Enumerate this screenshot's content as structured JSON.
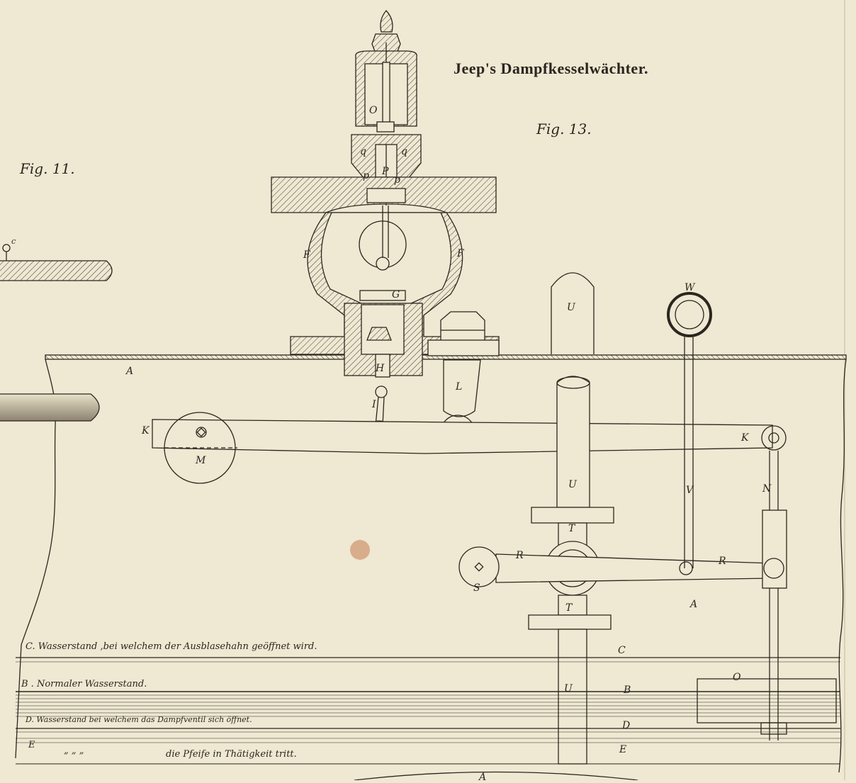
{
  "title": "Jeep's Dampfkesselwächter.",
  "figures": {
    "fig11": "Fig. 11.",
    "fig13": "Fig. 13."
  },
  "labels": {
    "O": "O",
    "q_left": "q",
    "q_right": "q",
    "P": "P",
    "p_left": "p",
    "p_right": "p",
    "F_left": "F",
    "F_right": "F",
    "G": "G",
    "H": "H",
    "I": "I",
    "L": "L",
    "A_top": "A",
    "A_mid": "A",
    "A_bottom": "A",
    "K_left": "K",
    "K_right": "K",
    "M": "M",
    "N": "N",
    "U_top": "U",
    "U_mid": "U",
    "U_low": "U",
    "W": "W",
    "V": "V",
    "T_top": "T",
    "T_bottom": "T",
    "R_left": "R",
    "R_right": "R",
    "S": "S",
    "O_box": "O",
    "c_small": "c",
    "C": "C",
    "B": "B",
    "D": "D",
    "E": "E"
  },
  "water_levels": {
    "C": "C. Wasserstand ,bei welchem der Ausblasehahn geöffnet wird.",
    "B": "B . Normaler Wasserstand.",
    "D": "D. Wasserstand bei welchem das Dampfventil sich öffnet.",
    "E_prefix": "E",
    "E_marks": "„      „      „",
    "E_text": "die Pfeife in Thätigkeit tritt."
  },
  "colors": {
    "paper": "#efe8d2",
    "ink": "#2b2620",
    "stain": "#cf9a74"
  }
}
